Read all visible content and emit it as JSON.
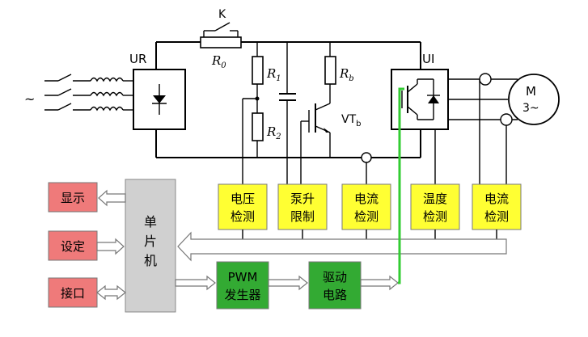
{
  "labels": {
    "k": "K",
    "r0": "R",
    "r0_sub": "0",
    "ur": "UR",
    "ui": "UI",
    "r1": "R",
    "r1_sub": "1",
    "r2": "R",
    "r2_sub": "2",
    "rb": "R",
    "rb_sub": "b",
    "vtb": "VT",
    "vtb_sub": "b",
    "motor": "M",
    "motor_phase": "3~",
    "ac_source": "~"
  },
  "sensors": [
    {
      "line1": "电压",
      "line2": "检测"
    },
    {
      "line1": "泵升",
      "line2": "限制"
    },
    {
      "line1": "电流",
      "line2": "检测"
    },
    {
      "line1": "温度",
      "line2": "检测"
    },
    {
      "line1": "电流",
      "line2": "检测"
    }
  ],
  "io_boxes": [
    {
      "label": "显示"
    },
    {
      "label": "设定"
    },
    {
      "label": "接口"
    }
  ],
  "mcu": {
    "line1": "单",
    "line2": "片",
    "line3": "机"
  },
  "pwm": {
    "line1": "PWM",
    "line2": "发生器"
  },
  "driver": {
    "line1": "驱动",
    "line2": "电路"
  },
  "colors": {
    "sensor_fill": "#ffff33",
    "io_fill": "#ef7a7a",
    "green_fill": "#33aa33",
    "mcu_fill": "#d0d0d0",
    "gate_line": "#33cc33"
  }
}
